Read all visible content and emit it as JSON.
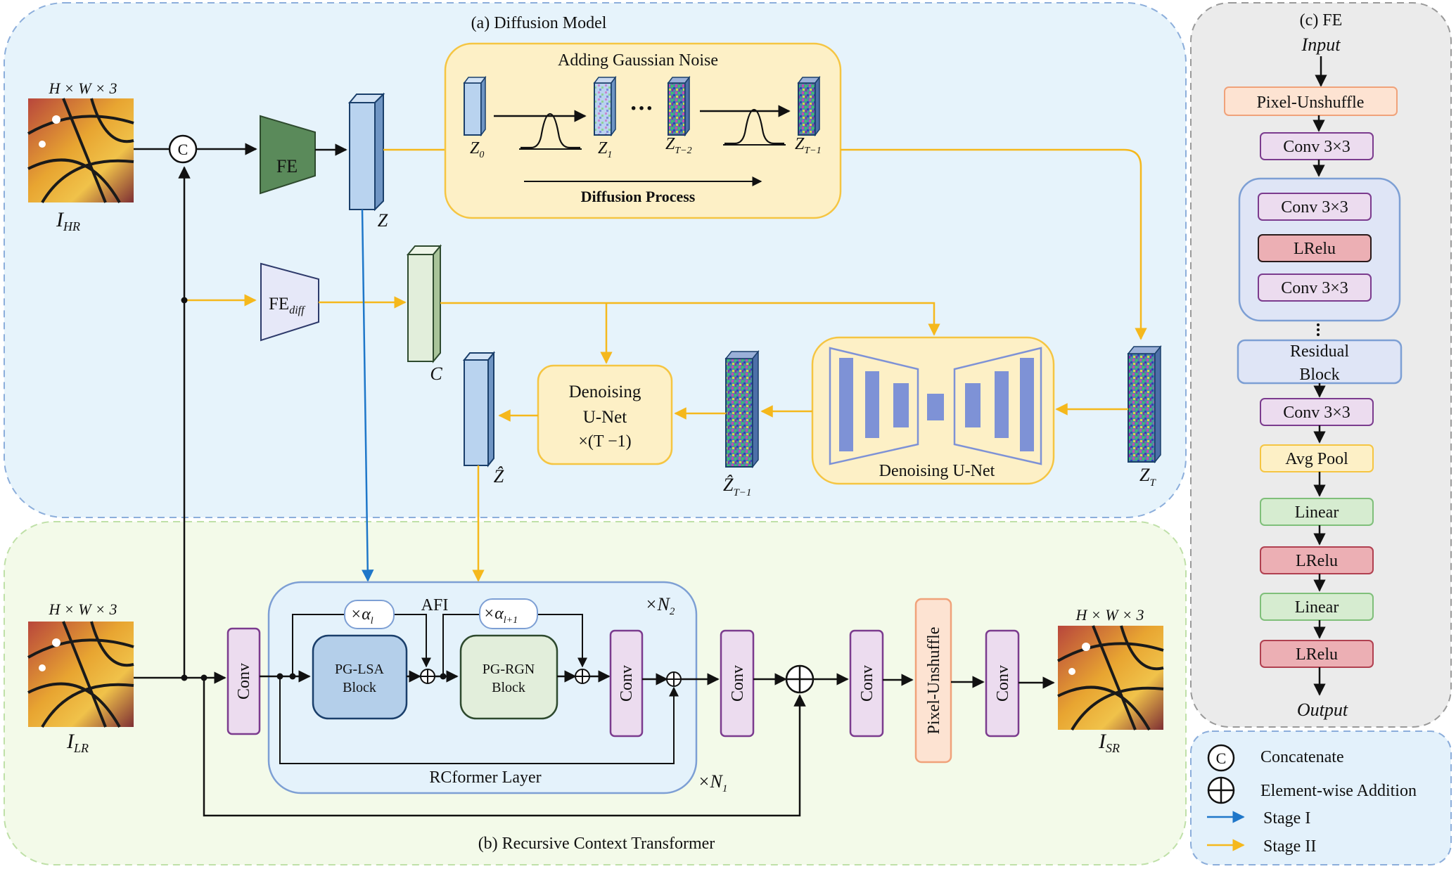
{
  "panel_a": {
    "title": "(a) Diffusion Model",
    "input_dims": "H × W × 3",
    "input_label": "I",
    "input_label_sub": "HR",
    "concat_symbol": "C",
    "fe_label": "FE",
    "fe_diff_label": "FE",
    "fe_diff_sub": "diff",
    "z_label": "Z",
    "c_label": "C",
    "z_hat_label": "Ẑ",
    "noise_box": {
      "title": "Adding Gaussian Noise",
      "z0": "Z",
      "z0_sub": "0",
      "z1": "Z",
      "z1_sub": "1",
      "dots": "···",
      "zt2": "Z",
      "zt2_sub": "T−2",
      "zt1": "Z",
      "zt1_sub": "T−1",
      "process": "Diffusion Process"
    },
    "zt_label": "Z",
    "zt_sub": "T",
    "zt1_hat_label": "Ẑ",
    "zt1_hat_sub": "T−1",
    "unet_label": "Denoising U-Net",
    "denoise_small": [
      "Denoising",
      "U-Net",
      "×(T −1)"
    ]
  },
  "panel_b": {
    "title": "(b) Recursive Context Transformer",
    "input_dims": "H × W × 3",
    "input_label": "I",
    "input_label_sub": "LR",
    "output_dims": "H × W × 3",
    "output_label": "I",
    "output_label_sub": "SR",
    "conv": "Conv",
    "afi": "AFI",
    "alpha_l": "×α",
    "alpha_l_sub": "l",
    "alpha_l1": "×α",
    "alpha_l1_sub": "l+1",
    "pg_lsa": [
      "PG-LSA",
      "Block"
    ],
    "pg_rgn": [
      "PG-RGN",
      "Block"
    ],
    "n2": "×N",
    "n2_sub": "2",
    "n1": "×N",
    "n1_sub": "1",
    "layer_label": "RCformer Layer",
    "pixel_unshuffle": "Pixel-Unshuffle"
  },
  "panel_c": {
    "title": "(c) FE",
    "input": "Input",
    "output": "Output",
    "blocks": [
      "Pixel-Unshuffle",
      "Conv 3×3",
      "Conv 3×3",
      "LRelu",
      "Conv 3×3",
      "Residual",
      "Block",
      "Conv 3×3",
      "Avg Pool",
      "Linear",
      "LRelu",
      "Linear",
      "LRelu"
    ]
  },
  "legend": {
    "concat_symbol": "C",
    "concat": "Concatenate",
    "add": "Element-wise Addition",
    "stage1": "Stage I",
    "stage2": "Stage II"
  },
  "colors": {
    "stage1_arrow": "#1f77c9",
    "stage2_arrow": "#f5b81c",
    "panel_a_bg": "#e6f3fb",
    "panel_b_bg": "#f3fae9",
    "panel_c_bg": "#ebebeb"
  }
}
